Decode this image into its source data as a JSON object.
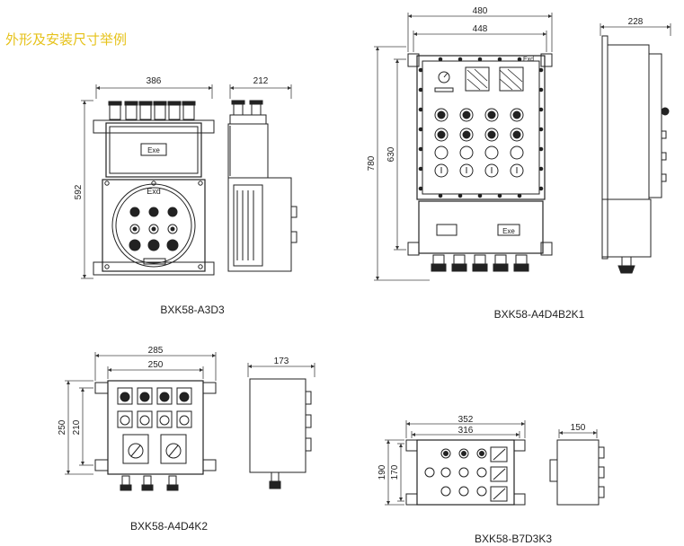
{
  "page_title": "外形及安装尺寸举例",
  "models": [
    {
      "name": "BXK58-A3D3",
      "front_width": "386",
      "height": "592",
      "side_depth": "212",
      "marks": [
        "Exe",
        "Exd"
      ]
    },
    {
      "name": "BXK58-A4D4B2K1",
      "overall_width": "480",
      "mount_width": "448",
      "height": "780",
      "mount_height": "630",
      "side_depth": "228",
      "marks": [
        "Exd",
        "Exe"
      ]
    },
    {
      "name": "BXK58-A4D4K2",
      "overall_width": "285",
      "mount_width": "250",
      "height": "250",
      "mount_height": "210",
      "side_depth": "173"
    },
    {
      "name": "BXK58-B7D3K3",
      "overall_width": "352",
      "mount_width": "316",
      "height": "190",
      "mount_height": "170",
      "side_depth": "150"
    }
  ],
  "colors": {
    "title": "#e6c21a",
    "line": "#222222",
    "dim": "#444444"
  }
}
